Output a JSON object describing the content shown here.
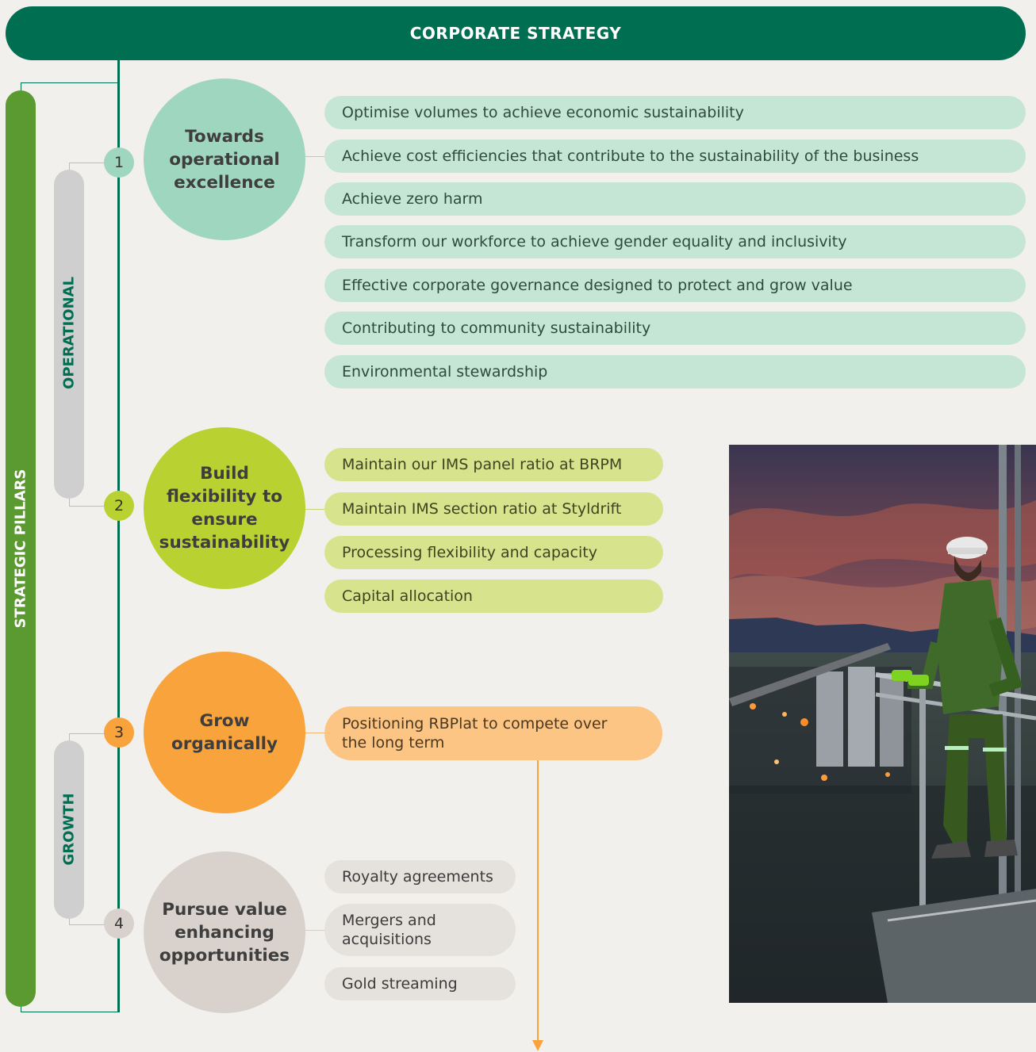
{
  "header": {
    "title": "CORPORATE STRATEGY"
  },
  "pillars": {
    "label": "STRATEGIC PILLARS"
  },
  "groups": {
    "operational": "OPERATIONAL",
    "growth": "GROWTH"
  },
  "strategies": [
    {
      "number": "1",
      "title": "Towards operational excellence",
      "color": "#9fd6bf",
      "items": [
        "Optimise volumes to achieve economic sustainability",
        "Achieve cost efficiencies that contribute to the sustainability of the business",
        "Achieve zero harm",
        "Transform our workforce to achieve gender equality and inclusivity",
        "Effective corporate governance designed to protect and grow value",
        "Contributing to community sustainability",
        "Environmental stewardship"
      ]
    },
    {
      "number": "2",
      "title": "Build flexibility to ensure sustainability",
      "color": "#b9d231",
      "items": [
        "Maintain our IMS panel ratio at BRPM",
        "Maintain IMS section ratio at Styldrift",
        "Processing flexibility and capacity",
        "Capital allocation"
      ]
    },
    {
      "number": "3",
      "title": "Grow organically",
      "color": "#f8a33b",
      "items": [
        "Positioning RBPlat to compete over the long term"
      ]
    },
    {
      "number": "4",
      "title": "Pursue value enhancing opportunities",
      "color": "#d9d1cb",
      "items": [
        "Royalty agreements",
        "Mergers and acquisitions",
        "Gold streaming"
      ]
    }
  ],
  "colors": {
    "brand_green": "#006e51",
    "pillar_green": "#5a9a31",
    "arrow_orange": "#f8a33b"
  }
}
